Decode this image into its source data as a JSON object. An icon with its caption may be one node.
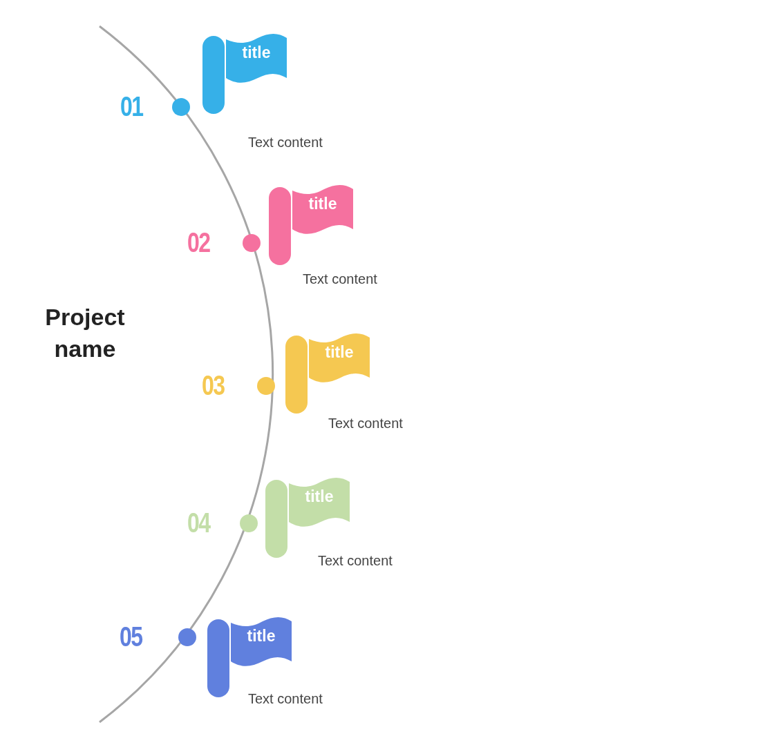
{
  "diagram": {
    "title": "Project name",
    "nodes": [
      {
        "text": [
          "title"
        ],
        "beside": [
          "01",
          "Text content"
        ]
      },
      {
        "text": [
          "title"
        ],
        "beside": [
          "02",
          "Text content"
        ]
      },
      {
        "text": [
          "title"
        ],
        "beside": [
          "03",
          "Text content"
        ]
      },
      {
        "text": [
          "title"
        ],
        "beside": [
          "04",
          "Text content"
        ]
      },
      {
        "text": [
          "title"
        ],
        "beside": [
          "05",
          "Text content"
        ]
      }
    ]
  }
}
